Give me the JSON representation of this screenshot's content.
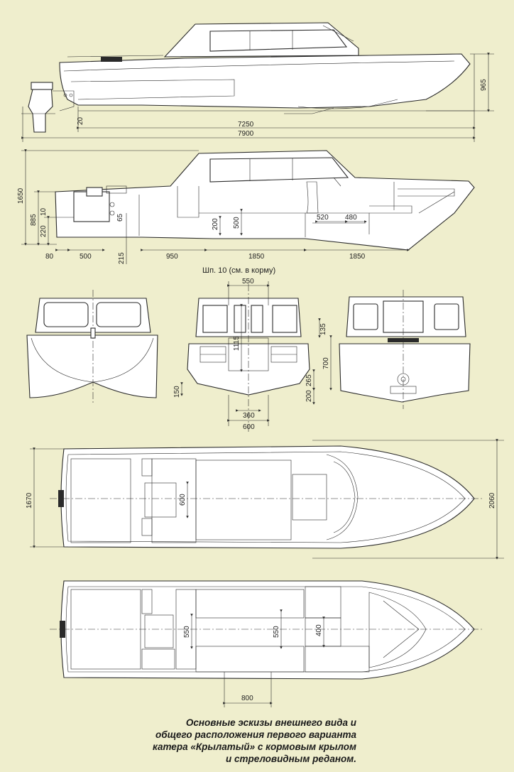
{
  "caption": {
    "line1": "Основные эскизы внешнего вида и",
    "line2": "общего расположения первого варианта",
    "line3": "катера «Крылатый» с кормовым крылом",
    "line4": "и стреловидным реданом."
  },
  "side_view": {
    "dim_hull_length": "7250",
    "dim_total_length": "7900",
    "dim_height": "965",
    "dim_step": "20"
  },
  "profile_section": {
    "dim_height": "1650",
    "dim_885": "885",
    "dim_220": "220",
    "dim_10": "10",
    "dim_65": "65",
    "dim_200": "200",
    "dim_500v": "500",
    "dim_520": "520",
    "dim_480": "480",
    "dim_80": "80",
    "dim_500h": "500",
    "dim_215": "215",
    "dim_950": "950",
    "dim_1850a": "1850",
    "dim_1850b": "1850"
  },
  "cross_section": {
    "label": "Шп. 10 (см. в корму)",
    "dim_550": "550",
    "dim_135": "135",
    "dim_1115": "1115",
    "dim_700": "700",
    "dim_265": "265",
    "dim_200": "200",
    "dim_150": "150",
    "dim_360": "360",
    "dim_600": "600"
  },
  "plan_top": {
    "dim_beam": "1670",
    "dim_width": "2060",
    "dim_600": "600"
  },
  "plan_bottom": {
    "dim_550a": "550",
    "dim_550b": "550",
    "dim_400": "400",
    "dim_800": "800"
  },
  "colors": {
    "background": "#efeecd",
    "line": "#2a2a2a",
    "fill": "#ffffff"
  }
}
